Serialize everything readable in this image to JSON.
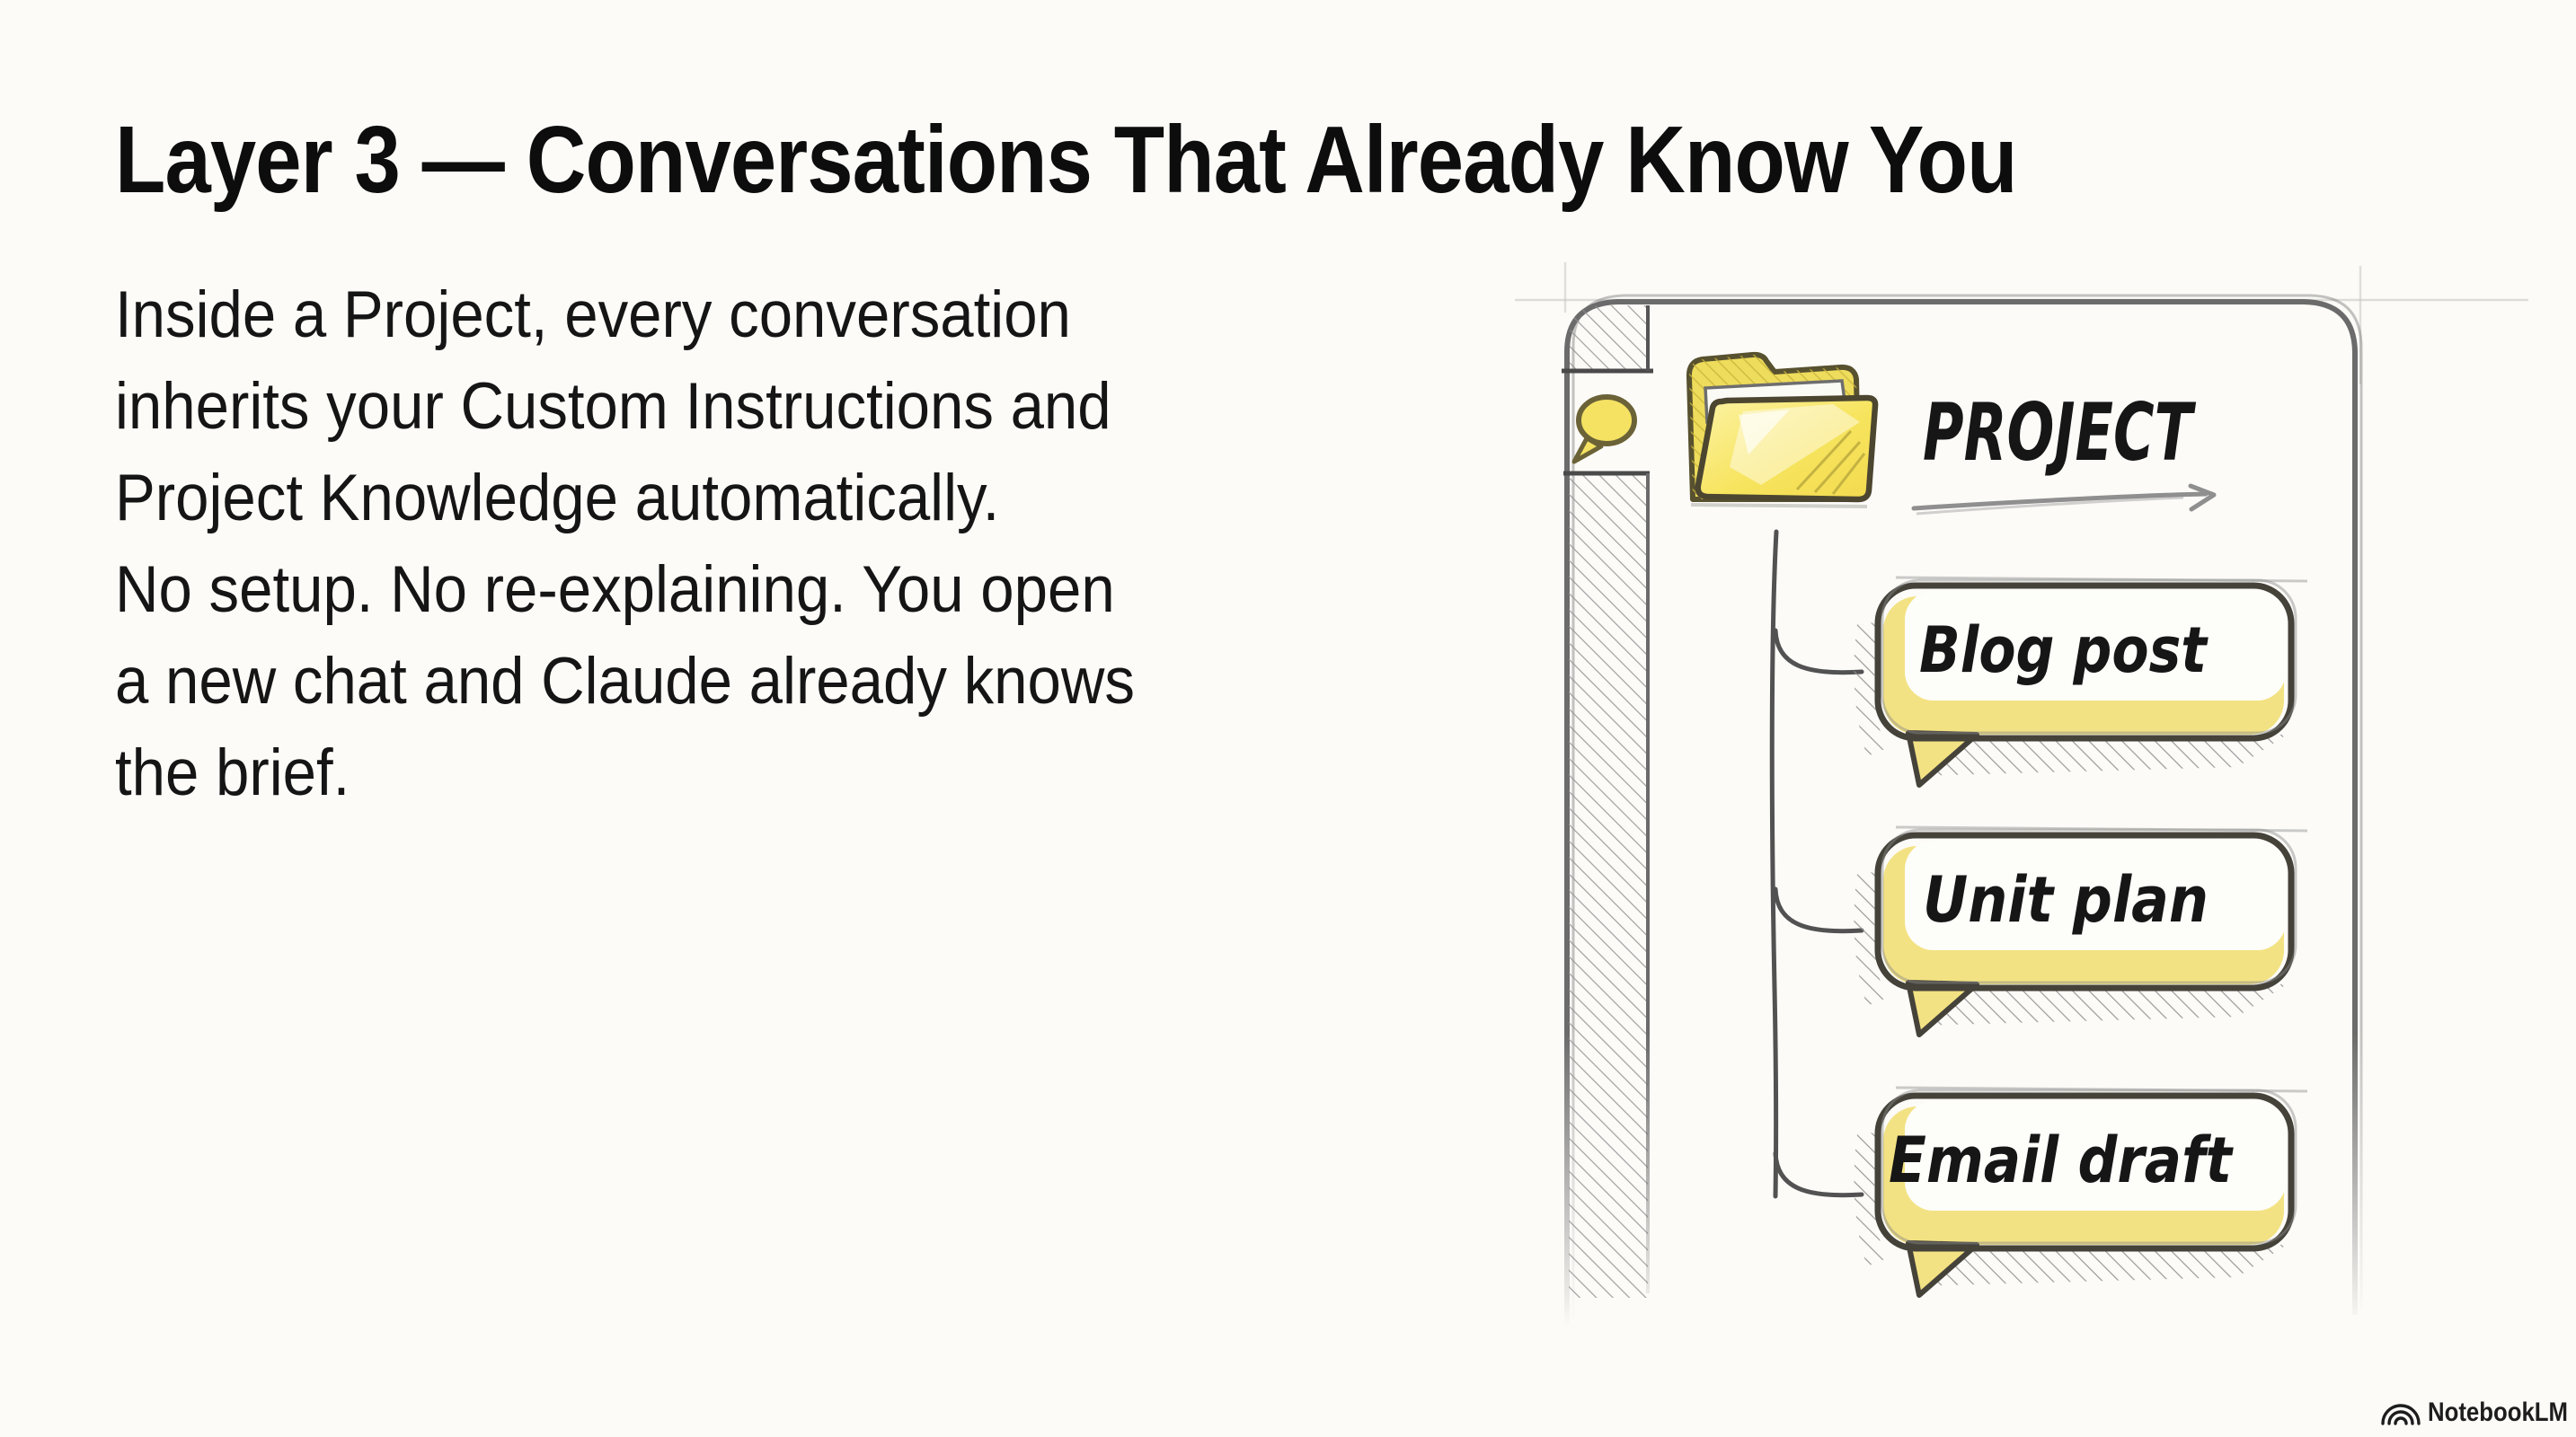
{
  "title": "Layer 3 — Conversations That Already Know You",
  "body": {
    "lines": [
      "Inside a Project, every conversation",
      "inherits your Custom Instructions and",
      "Project Knowledge automatically.",
      "No setup. No re-explaining. You open",
      "a new chat and Claude already knows",
      "the brief."
    ]
  },
  "illustration": {
    "project_label": "PROJECT",
    "bubbles": [
      {
        "label": "Blog post"
      },
      {
        "label": "Unit plan"
      },
      {
        "label": "Email draft"
      }
    ],
    "colors": {
      "bubble_yellow": "#f3e283",
      "icon_yellow": "#f5e263",
      "folder_front": "#f7e45e",
      "folder_back": "#eedc5c",
      "sketch_dark": "#45423a",
      "pencil_gray": "#6e6e6e"
    }
  },
  "watermark": {
    "brand": "NotebookLM"
  }
}
